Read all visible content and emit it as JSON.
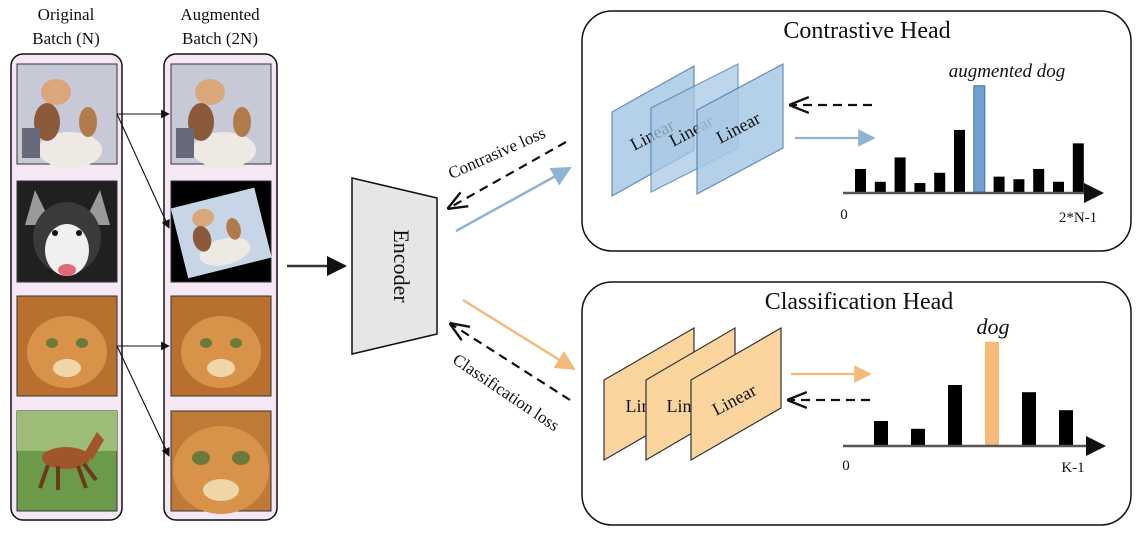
{
  "columns": {
    "original_line1": "Original",
    "original_line2": "Batch (N)",
    "augmented_line1": "Augmented",
    "augmented_line2": "Batch (2N)"
  },
  "encoder": {
    "label": "Encoder"
  },
  "arrows": {
    "contrastive_loss": "Contrasive loss",
    "classification_loss": "Classification loss"
  },
  "contrastive_head": {
    "title": "Contrastive Head",
    "linear_label": "Linear",
    "highlight_label": "augmented dog",
    "axis_start": "0",
    "axis_end": "2*N-1",
    "color": "#6fa0cf",
    "bars": [
      0.36,
      0.16,
      0.54,
      0.14,
      0.3,
      0.97,
      0.24,
      0.2,
      0.36,
      0.16,
      0.76
    ],
    "highlight_index": 6,
    "highlight_value": 1.66
  },
  "classification_head": {
    "title": "Classification Head",
    "linear_label": "Linear",
    "highlight_label": "dog",
    "axis_start": "0",
    "axis_end": "K-1",
    "color": "#f5b97a",
    "bars": [
      0.4,
      0.27,
      1.0,
      0.88,
      0.58
    ],
    "highlight_index": 3,
    "highlight_value": 1.72
  },
  "colors": {
    "column_fill": "#f5e7f3",
    "encoder_fill": "#e6e6e6",
    "contrastive": "#6fa0cf",
    "classification": "#f5b97a"
  }
}
